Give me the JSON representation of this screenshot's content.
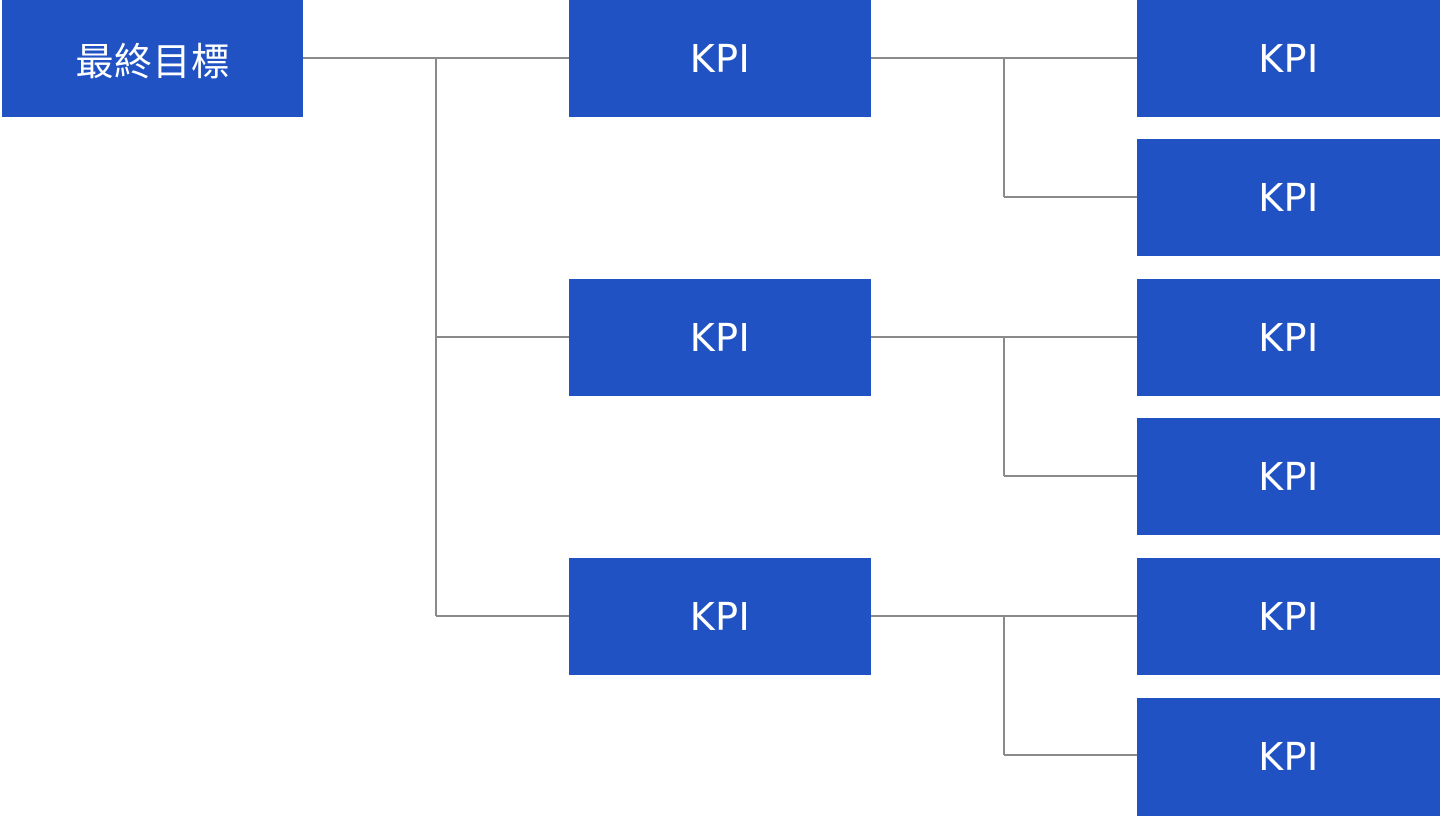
{
  "colors": {
    "node_fill": "#2152c4",
    "node_text": "#ffffff",
    "connector": "#8a8a8a",
    "background": "#ffffff"
  },
  "tree": {
    "root": {
      "label": "最終目標"
    },
    "level1": [
      {
        "label": "KPI"
      },
      {
        "label": "KPI"
      },
      {
        "label": "KPI"
      }
    ],
    "level2": [
      {
        "label": "KPI"
      },
      {
        "label": "KPI"
      },
      {
        "label": "KPI"
      },
      {
        "label": "KPI"
      },
      {
        "label": "KPI"
      },
      {
        "label": "KPI"
      }
    ]
  }
}
